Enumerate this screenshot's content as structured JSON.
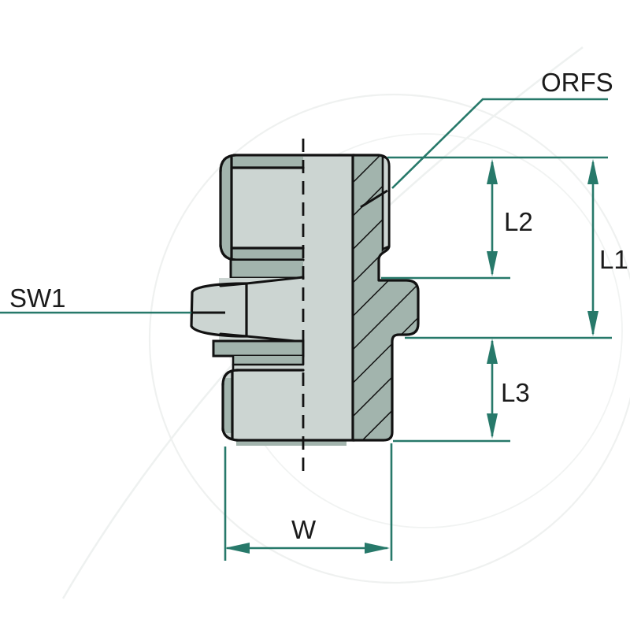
{
  "drawing": {
    "labels": {
      "orfs": "ORFS",
      "sw1": "SW1",
      "l1": "L1",
      "l2": "L2",
      "l3": "L3",
      "w": "W"
    },
    "colors": {
      "dimension_teal": "#27796a",
      "outline_black": "#121212",
      "fill_light": "#ccd5d2",
      "fill_shaded": "#a2b4ad",
      "label_text": "#1b1b1b",
      "background": "#ffffff"
    }
  }
}
